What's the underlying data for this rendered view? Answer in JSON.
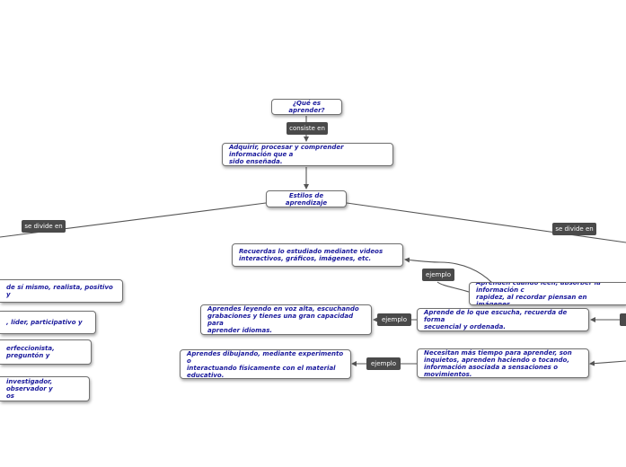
{
  "colors": {
    "node_text": "#1a1a9c",
    "node_border": "#707070",
    "tag_background": "#4a4a4a",
    "tag_text": "#ffffff",
    "connector": "#555555"
  },
  "nodes": {
    "root": "¿Qué es aprender?",
    "definition": "Adquirir, procesar y comprender información que a\nsido enseñada.",
    "styles": "Estilos de aprendizaje",
    "left1": "de sí mismo, realista, positivo y",
    "left2": ", líder, participativo y",
    "left3": "erfeccionista, preguntón y",
    "left4": "investigador, observador y\nos",
    "visual": "Aprenden cuando leen, absorber la información c\nrapidez, al recordar piensan en imágenes.",
    "visual_example": "Recuerdas lo estudiado mediante videos\ninteractivos, gráficos, imágenes, etc.",
    "auditory": "Aprende de lo que escucha, recuerda de forma\nsecuencial y ordenada.",
    "auditory_example": "Aprendes leyendo en voz alta, escuchando\ngrabaciones y tienes una gran capacidad para\naprender idiomas.",
    "kinesthetic": "Necesitan más tiempo para aprender, son\ninquietos, aprenden haciendo o tocando,\ninformación asociada a sensaciones o movimientos.",
    "kinesthetic_example": "Aprendes dibujando, mediante experimento o\ninteractuando físicamente con el material\neducativo."
  },
  "labels": {
    "consiste": "consiste en",
    "divide_left": "se divide en",
    "divide_right": "se divide en",
    "ejemplo_visual": "ejemplo",
    "ejemplo_auditory": "ejemplo",
    "ejemplo_kinesthetic": "ejemplo"
  }
}
